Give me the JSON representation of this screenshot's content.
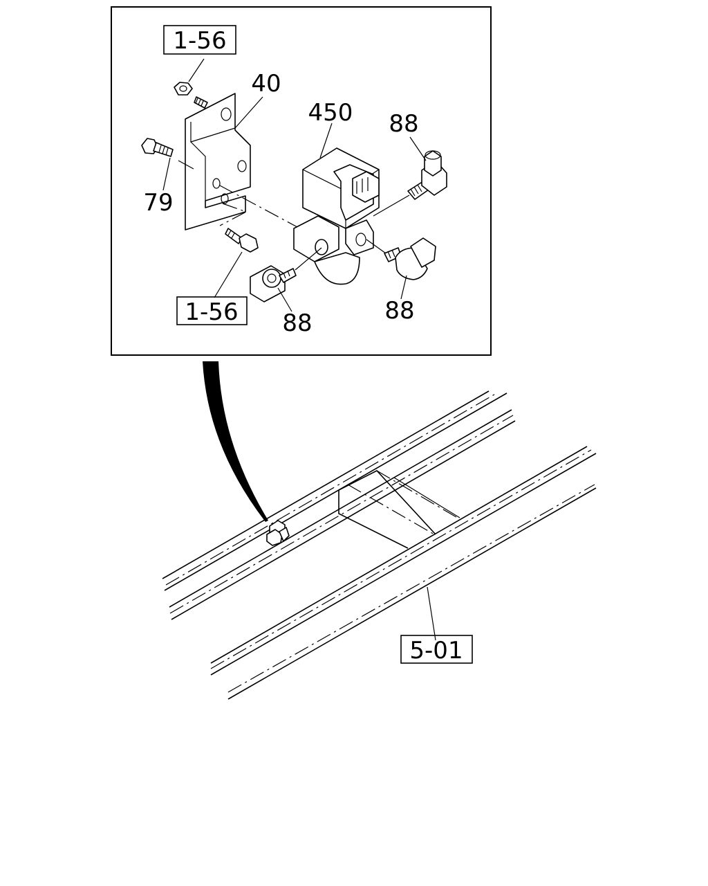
{
  "callouts": {
    "ref_top": "1-56",
    "bracket": "40",
    "valve": "450",
    "fitting_upper_right": "88",
    "bolt": "79",
    "ref_bottom": "1-56",
    "fitting_lower_left": "88",
    "fitting_lower_right": "88",
    "frame_ref": "5-01"
  }
}
